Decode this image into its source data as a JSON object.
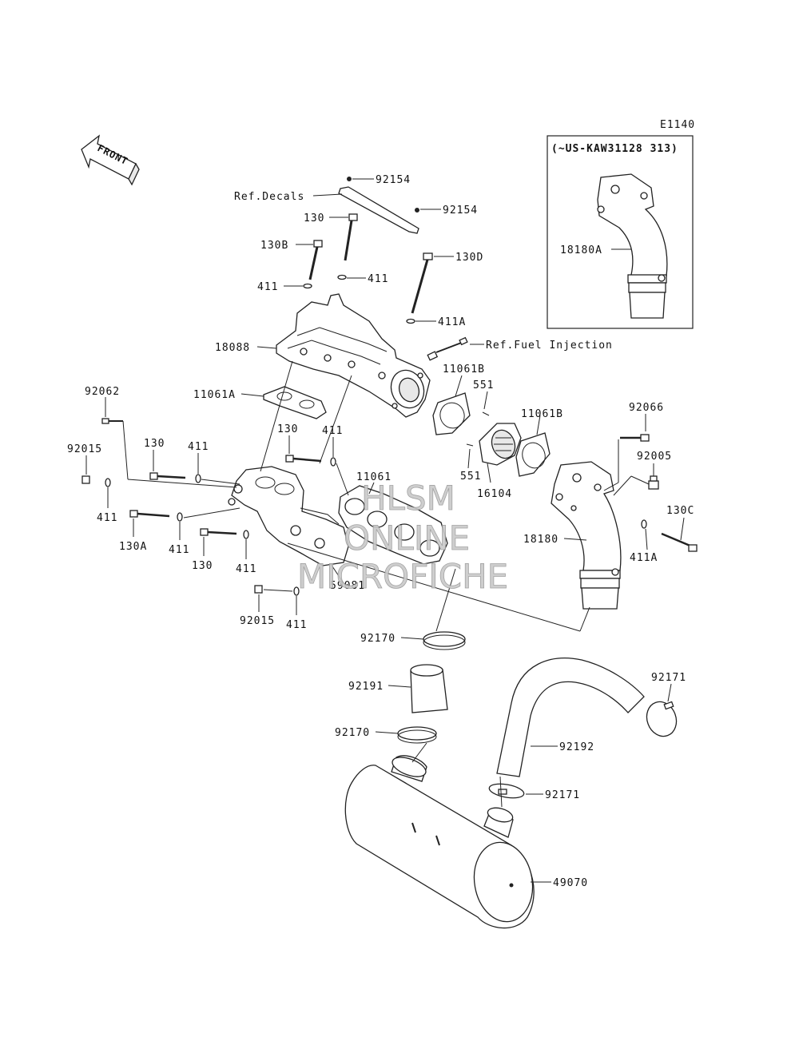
{
  "diagram_code": "E1140",
  "front_indicator": "FRONT",
  "inset": {
    "title": "(~US-KAW31128 313)",
    "part_label": "18180A"
  },
  "references": {
    "decals": "Ref.Decals",
    "fuel_injection": "Ref.Fuel Injection"
  },
  "watermark": {
    "line1": "HLSM",
    "line2": "ONLINE",
    "line3": "MICROFICHE"
  },
  "labels": {
    "l_92154_a": "92154",
    "l_92154_b": "92154",
    "l_130_top": "130",
    "l_130B": "130B",
    "l_130D": "130D",
    "l_411_left": "411",
    "l_411_mid": "411",
    "l_411A_top": "411A",
    "l_18088": "18088",
    "l_11061B_a": "11061B",
    "l_551_a": "551",
    "l_11061A": "11061A",
    "l_92062": "92062",
    "l_11061B_b": "11061B",
    "l_92066": "92066",
    "l_130_mid": "130",
    "l_411_mid2": "411",
    "l_92015_a": "92015",
    "l_130_left": "130",
    "l_411_l2": "411",
    "l_11061": "11061",
    "l_92005": "92005",
    "l_551_b": "551",
    "l_16104": "16104",
    "l_130C": "130C",
    "l_411_l3": "411",
    "l_130A": "130A",
    "l_411_l4": "411",
    "l_18180": "18180",
    "l_411A_right": "411A",
    "l_130_bot": "130",
    "l_411_bot": "411",
    "l_59081": "59081",
    "l_92015_b": "92015",
    "l_411_bot2": "411",
    "l_92170_a": "92170",
    "l_92171_a": "92171",
    "l_92191": "92191",
    "l_92170_b": "92170",
    "l_92192": "92192",
    "l_92171_b": "92171",
    "l_49070": "49070"
  }
}
